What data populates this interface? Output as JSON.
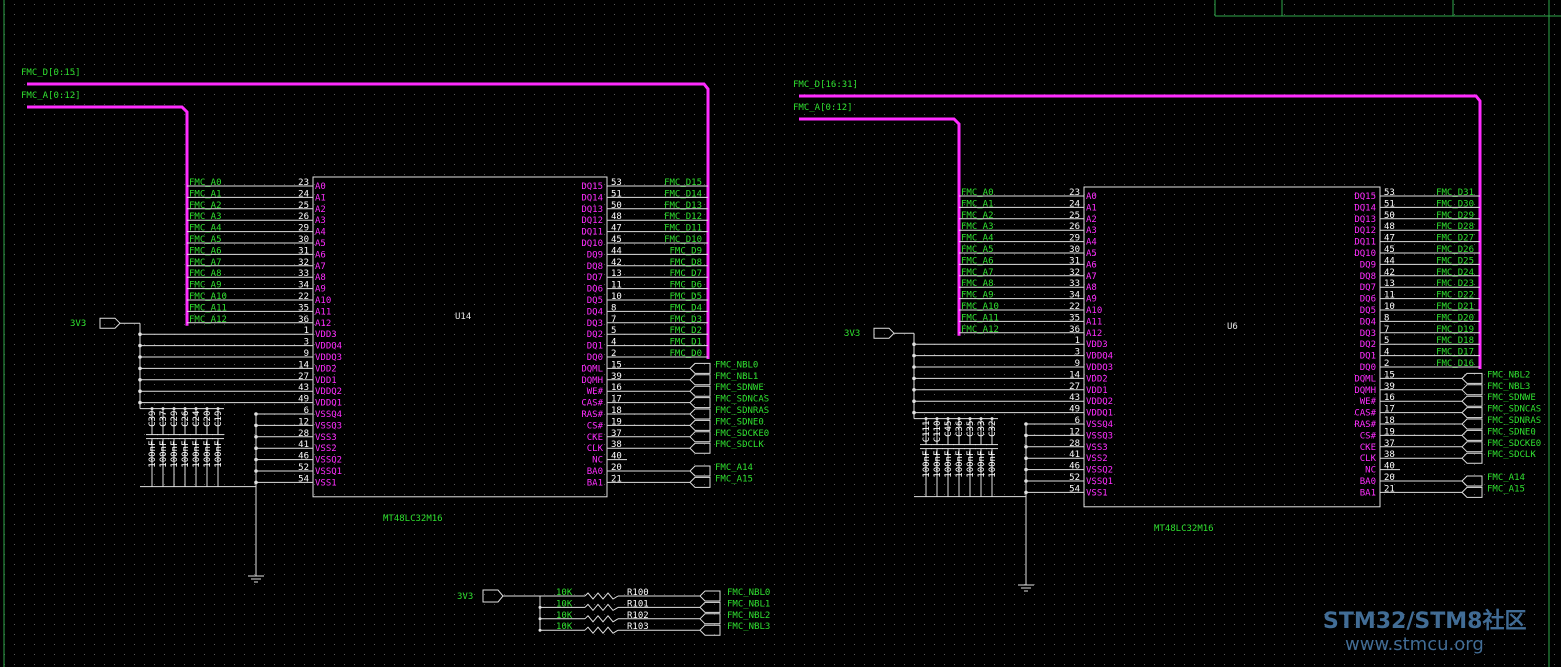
{
  "colors": {
    "background": "#000000",
    "grid_dot": "#5a5a5a",
    "bus": "#ff2cff",
    "wire": "#e0e0e0",
    "net_label": "#2ee02e",
    "pin_name": "#ff2cff",
    "pin_number": "#ffffff",
    "body": "#e0e0e0"
  },
  "left": {
    "bus_d": "FMC_D[0:15]",
    "bus_a": "FMC_A[0:12]",
    "power": "3V3",
    "ref": "U14",
    "part": "MT48LC32M16",
    "addr_nets": [
      "FMC_A0",
      "FMC_A1",
      "FMC_A2",
      "FMC_A3",
      "FMC_A4",
      "FMC_A5",
      "FMC_A6",
      "FMC_A7",
      "FMC_A8",
      "FMC_A9",
      "FMC_A10",
      "FMC_A11",
      "FMC_A12"
    ],
    "data_nets": [
      "FMC_D15",
      "FMC_D14",
      "FMC_D13",
      "FMC_D12",
      "FMC_D11",
      "FMC_D10",
      "FMC_D9",
      "FMC_D8",
      "FMC_D7",
      "FMC_D6",
      "FMC_D5",
      "FMC_D4",
      "FMC_D3",
      "FMC_D2",
      "FMC_D1",
      "FMC_D0"
    ],
    "ctrl_nets": [
      "FMC_NBL0",
      "FMC_NBL1",
      "FMC_SDNWE",
      "FMC_SDNCAS",
      "FMC_SDNRAS",
      "FMC_SDNE0",
      "FMC_SDCKE0",
      "FMC_SDCLK",
      "",
      "FMC_A14",
      "FMC_A15"
    ],
    "caps": [
      "C39",
      "C37",
      "C29",
      "C26",
      "C24",
      "C20",
      "C19"
    ],
    "cap_value": "100nF"
  },
  "right": {
    "bus_d": "FMC_D[16:31]",
    "bus_a": "FMC_A[0:12]",
    "power": "3V3",
    "ref": "U6",
    "part": "MT48LC32M16",
    "addr_nets": [
      "FMC_A0",
      "FMC_A1",
      "FMC_A2",
      "FMC_A3",
      "FMC_A4",
      "FMC_A5",
      "FMC_A6",
      "FMC_A7",
      "FMC_A8",
      "FMC_A9",
      "FMC_A10",
      "FMC_A11",
      "FMC_A12"
    ],
    "data_nets": [
      "FMC_D31",
      "FMC_D30",
      "FMC_D29",
      "FMC_D28",
      "FMC_D27",
      "FMC_D26",
      "FMC_D25",
      "FMC_D24",
      "FMC_D23",
      "FMC_D22",
      "FMC_D21",
      "FMC_D20",
      "FMC_D19",
      "FMC_D18",
      "FMC_D17",
      "FMC_D16"
    ],
    "ctrl_nets": [
      "FMC_NBL2",
      "FMC_NBL3",
      "FMC_SDNWE",
      "FMC_SDNCAS",
      "FMC_SDNRAS",
      "FMC_SDNE0",
      "FMC_SDCKE0",
      "FMC_SDCLK",
      "",
      "FMC_A14",
      "FMC_A15"
    ],
    "caps": [
      "C111",
      "C110",
      "C45",
      "C36",
      "C35",
      "C33",
      "C32"
    ],
    "cap_value": "100nF"
  },
  "chip": {
    "left_pin_names": [
      "A0",
      "A1",
      "A2",
      "A3",
      "A4",
      "A5",
      "A6",
      "A7",
      "A8",
      "A9",
      "A10",
      "A11",
      "A12",
      "VDD3",
      "VDDQ4",
      "VDDQ3",
      "VDD2",
      "VDD1",
      "VDDQ2",
      "VDDQ1",
      "VSSQ4",
      "VSSQ3",
      "VSS3",
      "VSS2",
      "VSSQ2",
      "VSSQ1",
      "VSS1"
    ],
    "left_pin_nums": [
      "23",
      "24",
      "25",
      "26",
      "29",
      "30",
      "31",
      "32",
      "33",
      "34",
      "22",
      "35",
      "36",
      "1",
      "3",
      "9",
      "14",
      "27",
      "43",
      "49",
      "6",
      "12",
      "28",
      "41",
      "46",
      "52",
      "54"
    ],
    "right_pin_names": [
      "DQ15",
      "DQ14",
      "DQ13",
      "DQ12",
      "DQ11",
      "DQ10",
      "DQ9",
      "DQ8",
      "DQ7",
      "DQ6",
      "DQ5",
      "DQ4",
      "DQ3",
      "DQ2",
      "DQ1",
      "DQ0",
      "DQML",
      "DQMH",
      "WE#",
      "CAS#",
      "RAS#",
      "CS#",
      "CKE",
      "CLK",
      "NC",
      "BA0",
      "BA1"
    ],
    "right_pin_nums": [
      "53",
      "51",
      "50",
      "48",
      "47",
      "45",
      "44",
      "42",
      "13",
      "11",
      "10",
      "8",
      "7",
      "5",
      "4",
      "2",
      "15",
      "39",
      "16",
      "17",
      "18",
      "19",
      "37",
      "38",
      "40",
      "20",
      "21"
    ]
  },
  "resistors": {
    "power": "3V3",
    "items": [
      {
        "value": "10K",
        "ref": "R100",
        "net": "FMC_NBL0"
      },
      {
        "value": "10K",
        "ref": "R101",
        "net": "FMC_NBL1"
      },
      {
        "value": "10K",
        "ref": "R102",
        "net": "FMC_NBL2"
      },
      {
        "value": "10K",
        "ref": "R103",
        "net": "FMC_NBL3"
      }
    ]
  },
  "watermark": {
    "line1": "STM32/STM8社区",
    "line2": "www.stmcu.org"
  }
}
